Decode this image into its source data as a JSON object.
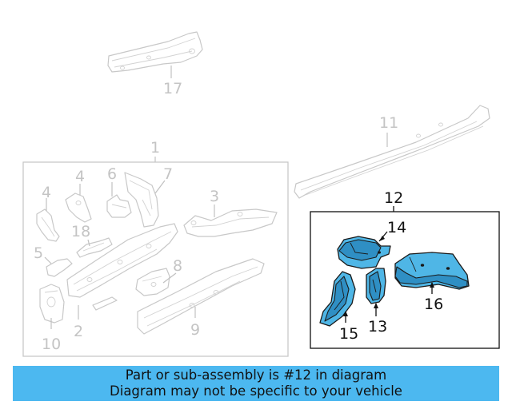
{
  "diagram": {
    "callouts": {
      "n1": "1",
      "n2": "2",
      "n3": "3",
      "n4a": "4",
      "n4b": "4",
      "n5": "5",
      "n6": "6",
      "n7": "7",
      "n8": "8",
      "n9": "9",
      "n10": "10",
      "n11": "11",
      "n12": "12",
      "n13": "13",
      "n14": "14",
      "n15": "15",
      "n16": "16",
      "n17": "17",
      "n18": "18"
    },
    "highlight_color": "#4fb6e6"
  },
  "banner": {
    "line1": "Part or sub-assembly is #12 in diagram",
    "line2": "Diagram may not be specific to your vehicle",
    "color": "#4cb8f0"
  }
}
